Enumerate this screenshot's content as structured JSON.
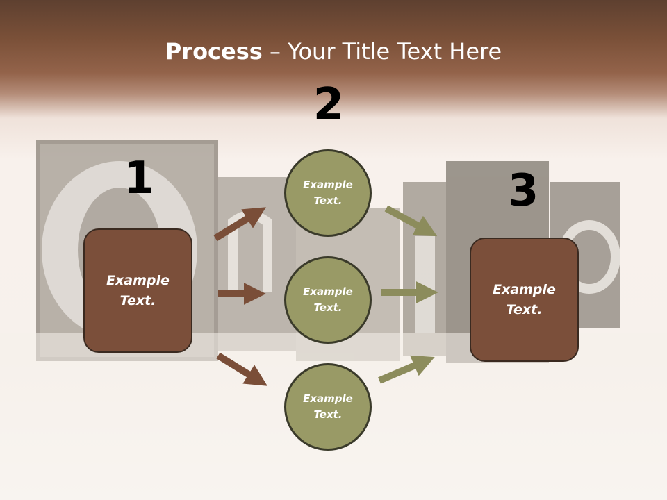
{
  "title": {
    "bold": "Process",
    "rest": " – Your Title Text Here"
  },
  "steps": [
    {
      "number": "1",
      "text": "Example Text."
    },
    {
      "number": "2"
    },
    {
      "number": "3",
      "text": "Example Text."
    }
  ],
  "circles": [
    {
      "text": "Example Text."
    },
    {
      "text": "Example Text."
    },
    {
      "text": "Example Text."
    }
  ],
  "colors": {
    "box_fill": "#7b4f3a",
    "circle_fill": "#999a66",
    "arrow_brown": "#7a4e38",
    "arrow_olive": "#8c8c5c",
    "header": "#7a5038"
  }
}
